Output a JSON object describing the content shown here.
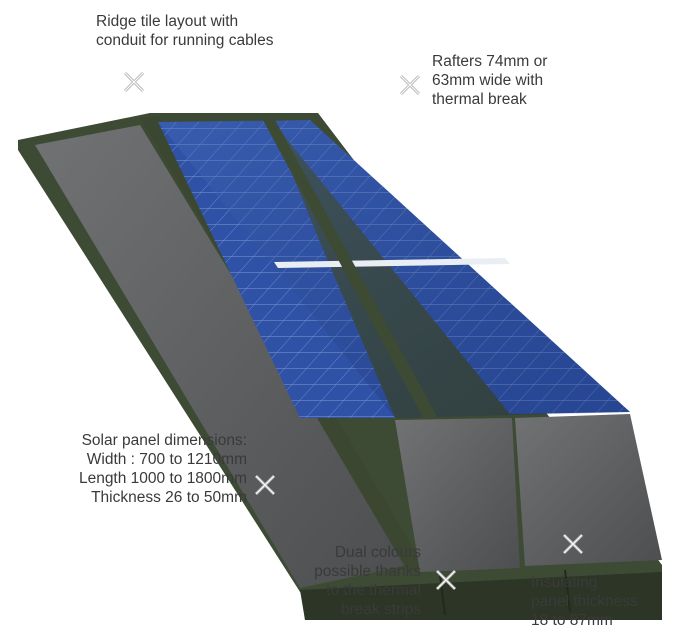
{
  "annotations": {
    "ridge": [
      "Ridge tile layout with",
      "conduit for running cables"
    ],
    "rafters": [
      "Rafters 74mm or",
      "63mm wide with",
      "thermal break"
    ],
    "solar_panel": [
      "Solar panel dimensions:",
      "Width : 700 to 1210mm",
      "Length 1000 to 1800mm",
      "Thickness 26 to 50mm"
    ],
    "dual_colours": [
      "Dual colours",
      "possible thanks",
      "to the thermal",
      "break strips"
    ],
    "insulating": [
      "Insulating",
      "panel thickness",
      "18 to 87mm"
    ]
  },
  "colors": {
    "frame_green": "#3d4a34",
    "frame_dark": "#2c3526",
    "panel_grey": "#5d5f60",
    "solar_blue": "#2f52a6",
    "solar_line": "#8fa8d8",
    "marker": "#b8b8b8"
  },
  "icons": {
    "marker": "cross-marker-icon"
  }
}
